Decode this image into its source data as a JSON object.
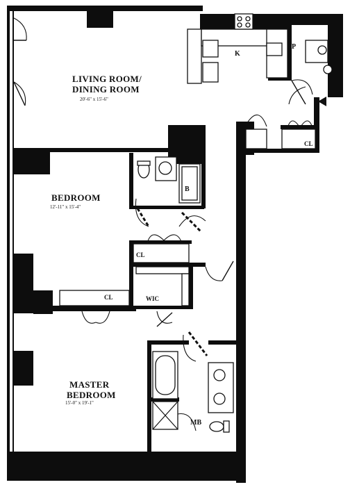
{
  "rooms": {
    "living": {
      "name_line1": "LIVING ROOM/",
      "name_line2": "DINING ROOM",
      "dims": "20'-6\" x 15'-6\""
    },
    "kitchen": {
      "name": "K"
    },
    "pantry": {
      "name": "P"
    },
    "bedroom": {
      "name": "BEDROOM",
      "dims": "12'-11\" x 15'-4\""
    },
    "bath": {
      "name": "B"
    },
    "master": {
      "name_line1": "MASTER",
      "name_line2": "BEDROOM",
      "dims": "15'-0\" x 19'-1\""
    },
    "master_bath": {
      "name": "MB"
    }
  },
  "closets": {
    "entry_closet": "CL",
    "hall_closet": "CL",
    "bedroom_closet": "CL",
    "walk_in_closet": "WIC"
  },
  "icons": {
    "entry_marker": "entry-arrow-icon"
  },
  "colors": {
    "wall": "#0d0d0d",
    "background": "#ffffff"
  }
}
